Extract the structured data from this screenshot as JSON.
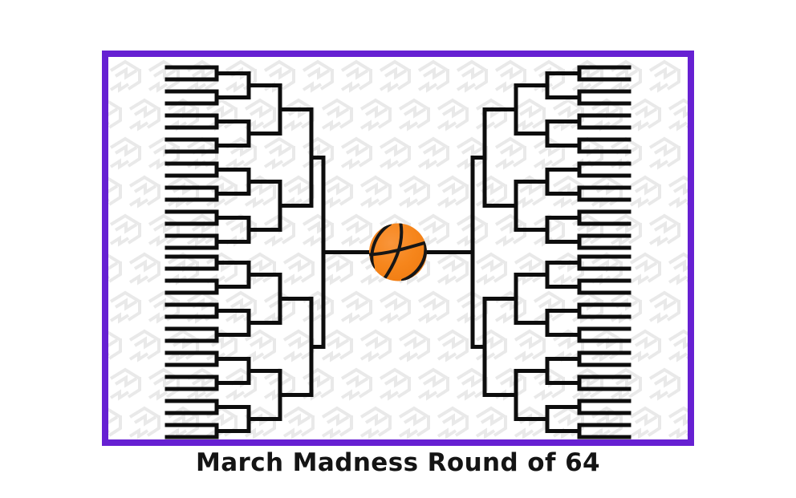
{
  "title": "March Madness Round of 64",
  "diagram": {
    "type": "tournament-bracket",
    "format": "single-elimination",
    "teams": 64,
    "teams_per_side": 32,
    "first_round_games_per_side": 16,
    "rounds_visible_per_side": 5,
    "sides": [
      "left",
      "right"
    ],
    "center_icon": "basketball"
  },
  "colors": {
    "page_background": "#ffffff",
    "board_border": "#6620d2",
    "board_background": "#ffffff",
    "bracket_line": "#0d0d0d",
    "watermark": "#e9e9e9",
    "basketball_fill_light": "#f9953b",
    "basketball_fill": "#f6861c",
    "basketball_fill_deep": "#f07c12",
    "basketball_seam": "#161616",
    "title_text": "#141414"
  }
}
